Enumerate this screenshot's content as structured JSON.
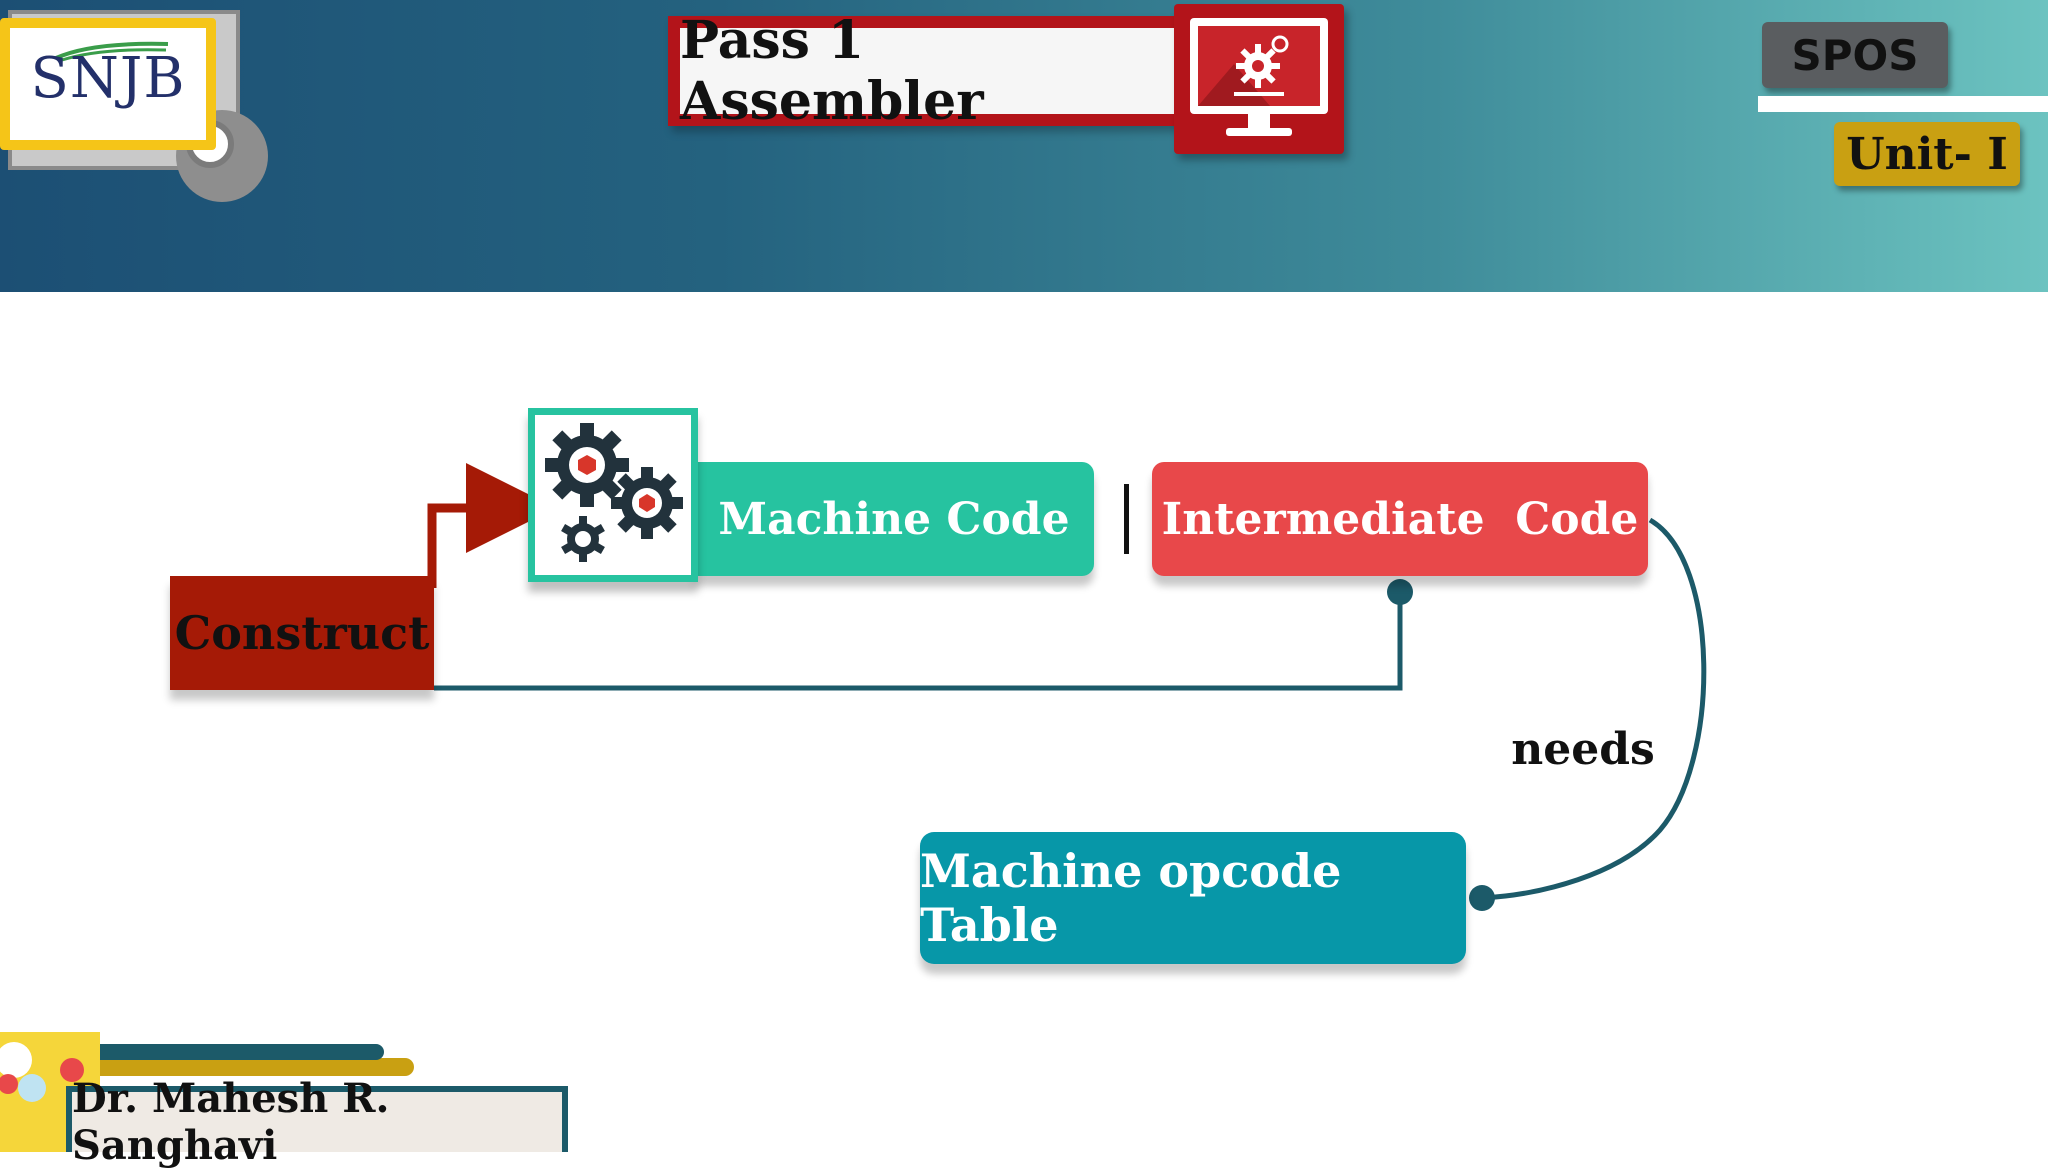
{
  "header": {
    "logo_text": "SNJB",
    "title": "Pass 1 Assembler",
    "subject": "SPOS",
    "unit": "Unit- I"
  },
  "diagram": {
    "construct": "Construct",
    "machine_code": "Machine Code",
    "intermediate_code": "Intermediate  Code",
    "needs": "needs",
    "opcode_table": "Machine opcode Table"
  },
  "footer": {
    "author": "Dr. Mahesh R. Sanghavi"
  },
  "colors": {
    "title_border": "#b3141a",
    "construct": "#a51a06",
    "machine_code": "#26c3a0",
    "intermediate_code": "#e8484a",
    "opcode_table": "#0797a8",
    "connector": "#1c5a69",
    "spos_badge": "#5a5d60",
    "unit_badge": "#c9a012"
  },
  "icons": [
    "gears-icon",
    "monitor-gear-icon",
    "logo-knob"
  ]
}
